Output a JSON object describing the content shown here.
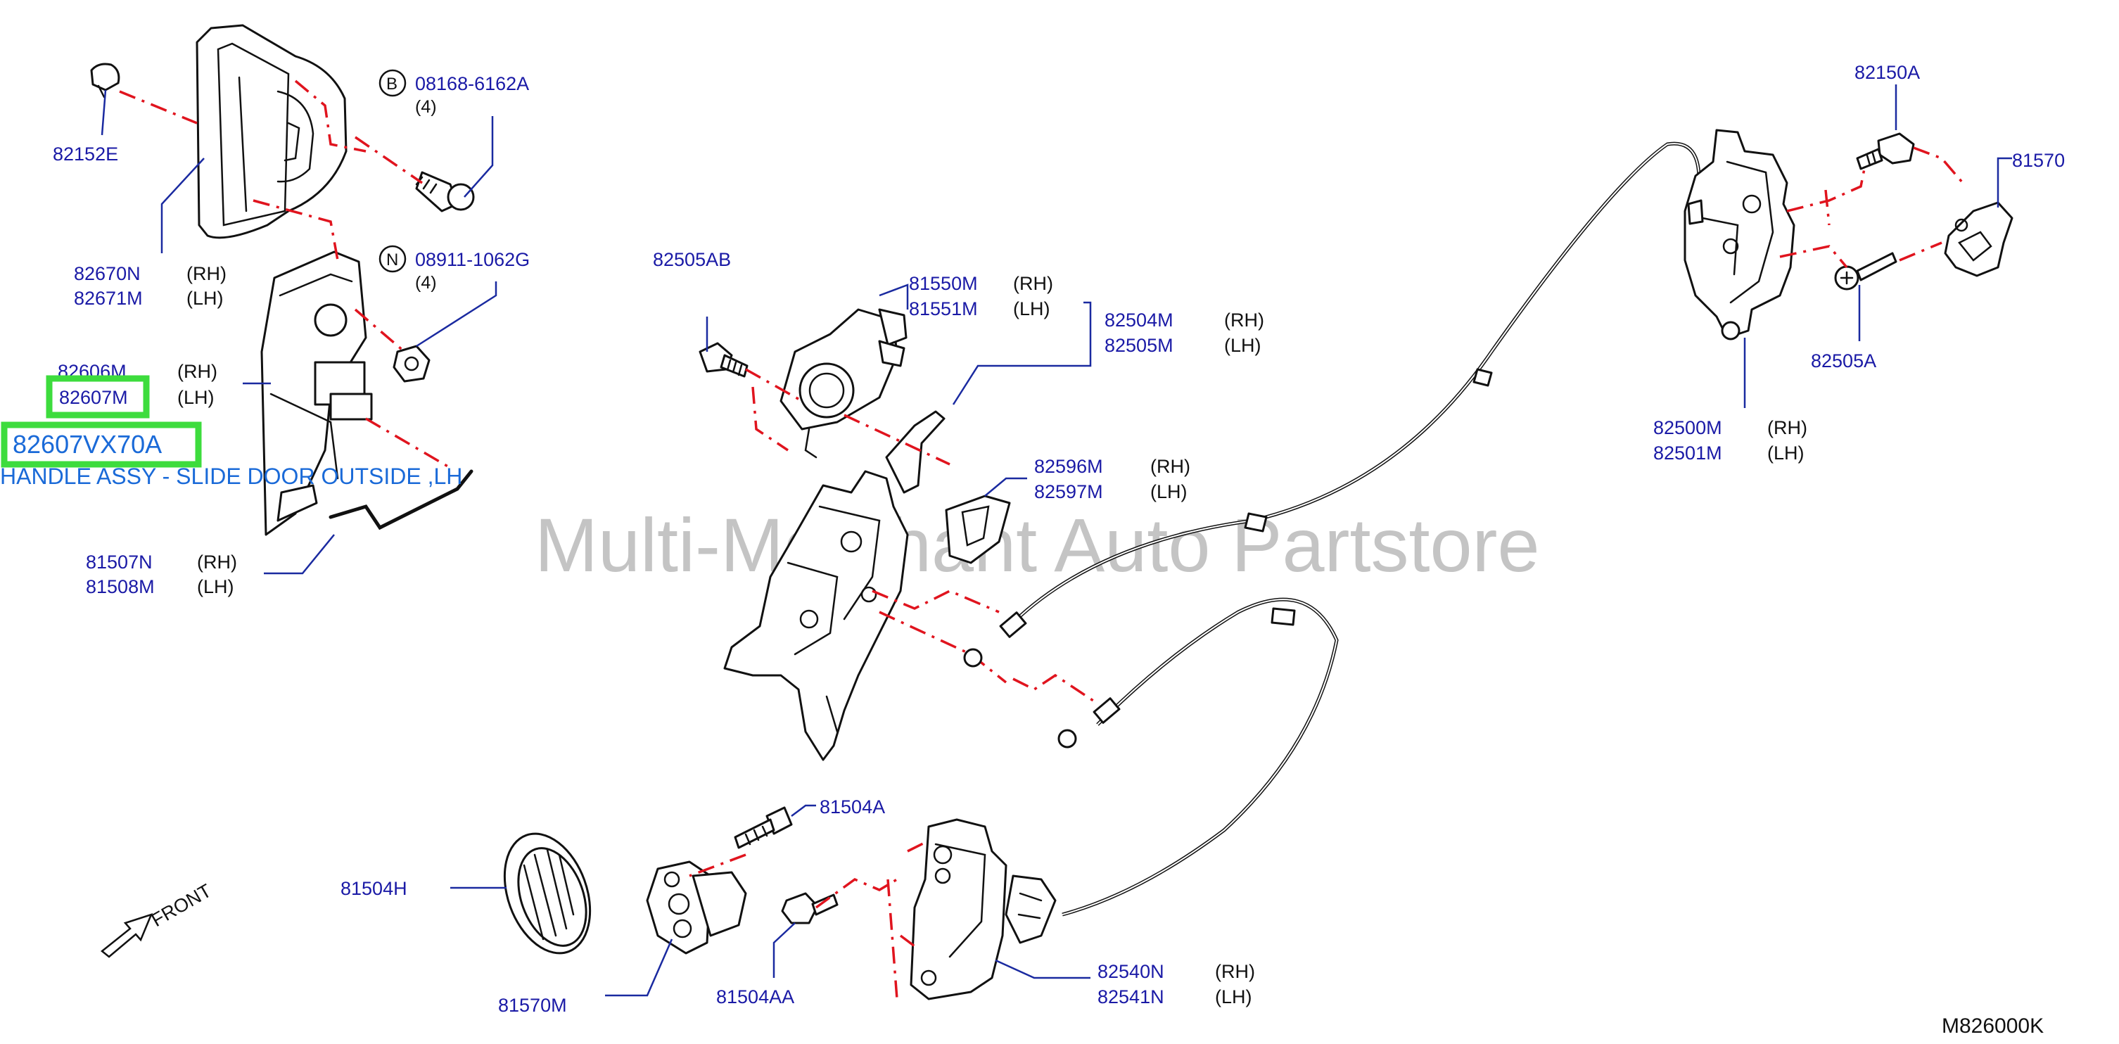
{
  "watermark": "Multi-Merchant Auto Partstore",
  "diagram_code": "M826000K",
  "direction_label": "FRONT",
  "selected_part": {
    "number": "82607VX70A",
    "description": "HANDLE ASSY - SLIDE DOOR OUTSIDE ,LH"
  },
  "fastener_symbols": {
    "bolt": {
      "letter": "B",
      "number": "08168-6162A",
      "qty": "(4)"
    },
    "nut": {
      "letter": "N",
      "number": "08911-1062G",
      "qty": "(4)"
    }
  },
  "callouts": {
    "c82152E": "82152E",
    "c82670N": "82670N",
    "c82671M": "82671M",
    "c82606M": "82606M",
    "c82607M": "82607M",
    "c81507N": "81507N",
    "c81508M": "81508M",
    "c82505AB": "82505AB",
    "c81550M": "81550M",
    "c81551M": "81551M",
    "c82504M": "82504M",
    "c82505M": "82505M",
    "c82596M": "82596M",
    "c82597M": "82597M",
    "c82150A": "82150A",
    "c81570": "81570",
    "c82505A": "82505A",
    "c82500M": "82500M",
    "c82501M": "82501M",
    "c81504A": "81504A",
    "c81504H": "81504H",
    "c81570M": "81570M",
    "c81504AA": "81504AA",
    "c82540N": "82540N",
    "c82541N": "82541N"
  },
  "sides": {
    "rh": "(RH)",
    "lh": "(LH)"
  }
}
